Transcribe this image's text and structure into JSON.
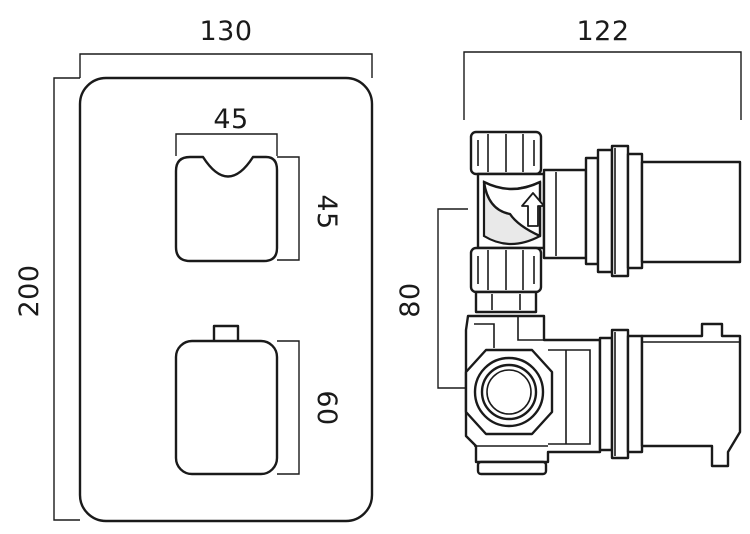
{
  "dimensions": {
    "plate_width": "130",
    "plate_height": "200",
    "upper_control_width": "45",
    "upper_control_height": "45",
    "lower_control_height": "60",
    "valve_depth": "122",
    "outlet_centres": "80"
  },
  "icons": {
    "flow": "arrow-up-icon"
  }
}
